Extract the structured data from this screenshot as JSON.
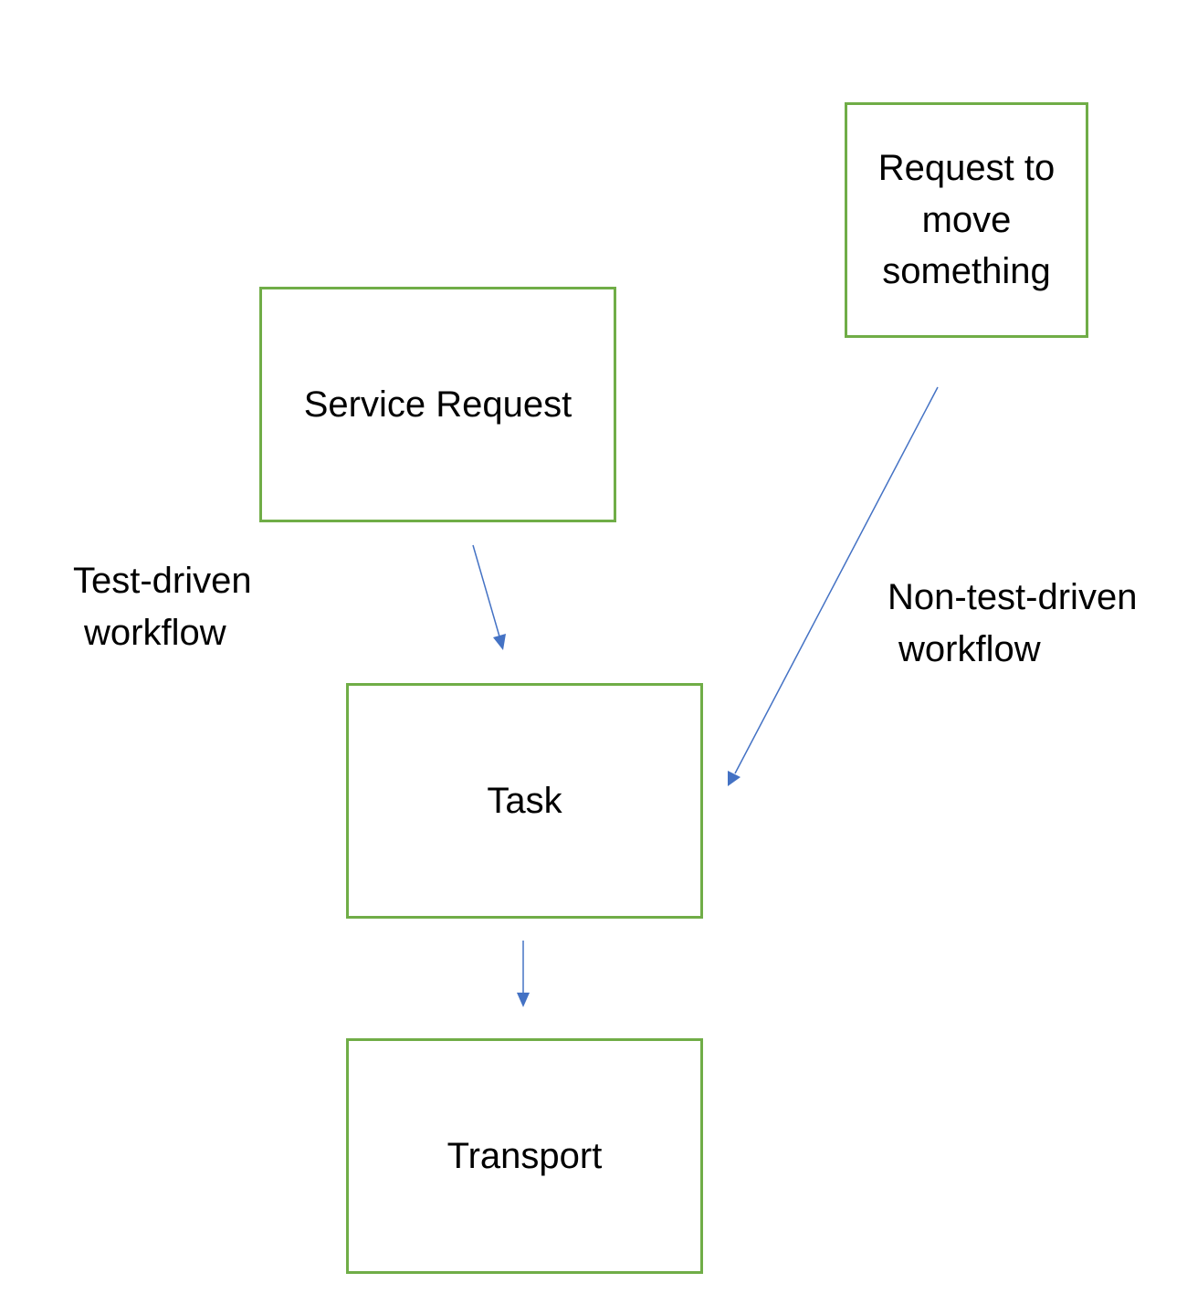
{
  "nodes": {
    "request_to_move": "Request to move something",
    "service_request": "Service Request",
    "task": "Task",
    "transport": "Transport"
  },
  "labels": {
    "test_driven_line1": "Test-driven",
    "test_driven_line2": "workflow",
    "non_test_driven_line1": "Non-test-driven",
    "non_test_driven_line2": "workflow"
  },
  "colors": {
    "box_border": "#70ad47",
    "arrow": "#4472c4"
  }
}
